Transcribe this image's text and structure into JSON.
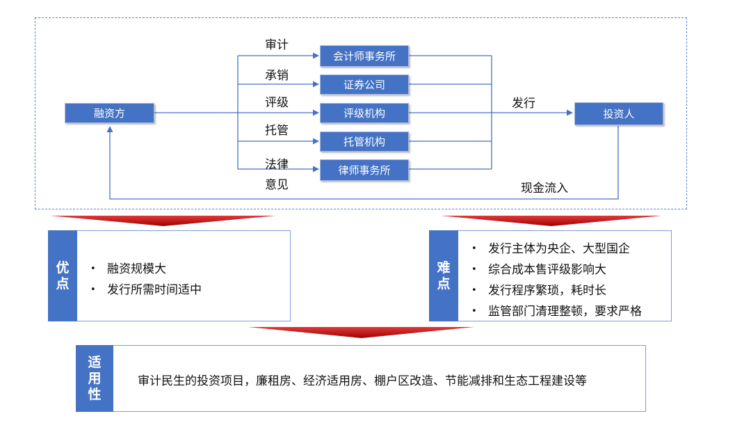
{
  "flow": {
    "financier": "融资方",
    "intermediaries": [
      {
        "label": "会计师事务所",
        "edge": "审计"
      },
      {
        "label": "证券公司",
        "edge": "承销"
      },
      {
        "label": "评级机构",
        "edge": "评级"
      },
      {
        "label": "托管机构",
        "edge": "托管"
      },
      {
        "label": "律师事务所",
        "edge": "法律"
      }
    ],
    "edge_extra": "意见",
    "issue_label": "发行",
    "investor": "投资人",
    "cashflow_label": "现金流入"
  },
  "pros": {
    "tag": [
      "优",
      "点"
    ],
    "items": [
      "融资规模大",
      "发行所需时间适中"
    ]
  },
  "cons": {
    "tag": [
      "难",
      "点"
    ],
    "items": [
      "发行主体为央企、大型国企",
      "综合成本售评级影响大",
      "发行程序繁琐，耗时长",
      "监管部门清理整顿，要求严格"
    ]
  },
  "applicability": {
    "tag": [
      "适",
      "用",
      "性"
    ],
    "text": "审计民生的投资项目，廉租房、经济适用房、棚户区改造、节能减排和生态工程建设等"
  },
  "colors": {
    "node": "#4472c4",
    "arrow": "#c00000",
    "line": "#4472c4"
  }
}
